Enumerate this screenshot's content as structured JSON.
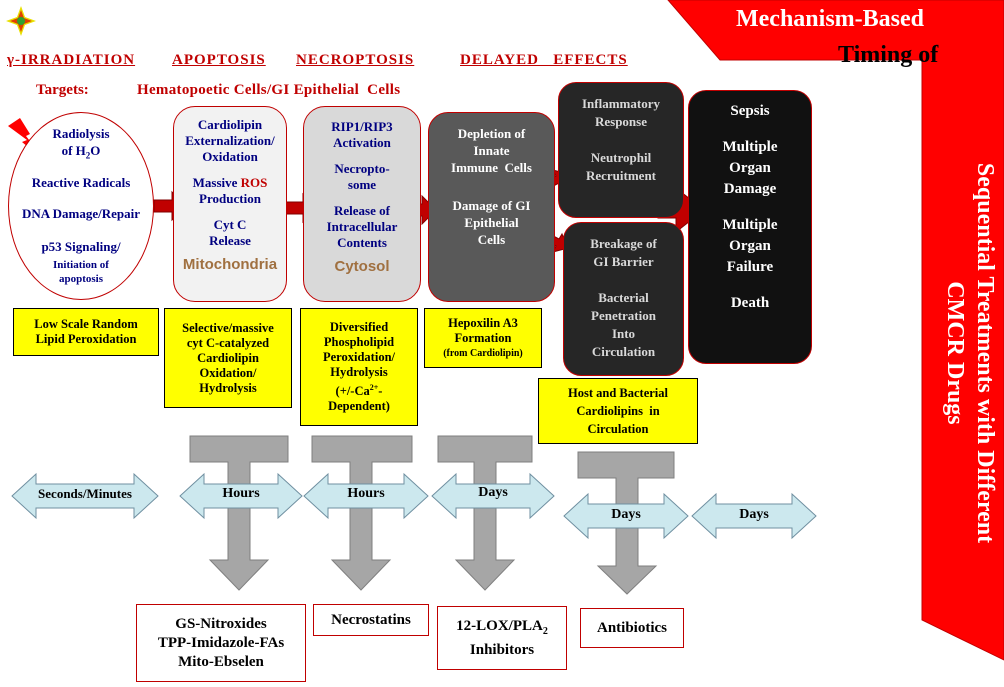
{
  "headers": {
    "irradiation": "γ-IRRADIATION",
    "apoptosis": "APOPTOSIS",
    "necroptosis": "NECROPTOSIS",
    "delayed": "DELAYED   EFFECTS"
  },
  "targets": {
    "label": "Targets:",
    "text": "Hematopoetic Cells/GI Epithelial  Cells"
  },
  "title": {
    "line1": "Mechanism-Based",
    "line2": "Timing of",
    "vertical1": "Sequential Treatments with Different",
    "vertical2": "CMCR Drugs"
  },
  "irradiation_box": {
    "radiolysis": "Radiolysis",
    "of_h2o_pre": "of H",
    "of_h2o_sub": "2",
    "of_h2o_post": "O",
    "reactive": "Reactive Radicals",
    "dna": "DNA Damage/Repair",
    "p53": "p53 Signaling/",
    "init1": "Initiation of",
    "init2": "apoptosis"
  },
  "mito_box": {
    "l1": "Cardiolipin",
    "l2": "Externalization/",
    "l3": "Oxidation",
    "ros_pre": "Massive ",
    "ros": "ROS",
    "l5": "Production",
    "l6": "Cyt C",
    "l7": "Release",
    "label": "Mitochondria"
  },
  "cytosol_box": {
    "l1": "RIP1/RIP3",
    "l2": "Activation",
    "l3": "Necropto-",
    "l4": "some",
    "l5": "Release of",
    "l6": "Intracellular",
    "l7": "Contents",
    "label": "Cytosol"
  },
  "gray_box": {
    "l1": "Depletion of",
    "l2": "Innate",
    "l3": "Immune  Cells",
    "l4": "Damage of GI",
    "l5": "Epithelial",
    "l6": "Cells"
  },
  "inflam_box": {
    "l1": "Inflammatory",
    "l2": "Response",
    "l3": "Neutrophil",
    "l4": "Recruitment"
  },
  "barrier_box": {
    "l1": "Breakage of",
    "l2": "GI Barrier",
    "l3": "Bacterial",
    "l4": "Penetration",
    "l5": "Into",
    "l6": "Circulation"
  },
  "outcome_box": {
    "l1": "Sepsis",
    "l2": "Multiple",
    "l3": "Organ",
    "l4": "Damage",
    "l5": "Multiple",
    "l6": "Organ",
    "l7": "Failure",
    "l8": "Death"
  },
  "yellow_boxes": {
    "y1": [
      "Low Scale Random",
      "Lipid Peroxidation"
    ],
    "y2": [
      "Selective/massive",
      "cyt C-catalyzed",
      "Cardiolipin",
      "Oxidation/",
      "Hydrolysis"
    ],
    "y3": [
      "Diversified",
      "Phospholipid",
      "Peroxidation/",
      "Hydrolysis"
    ],
    "y3_ca_pre": "(+/-Ca",
    "y3_ca_sup": "2+",
    "y3_ca_post": "-",
    "y3_last": "Dependent)",
    "y4": [
      "Hepoxilin A3",
      "Formation"
    ],
    "y4_small": "(from Cardiolipin)",
    "y5": [
      "Host and Bacterial",
      "Cardiolipins  in",
      "Circulation"
    ]
  },
  "timeline": {
    "t1": "Seconds/Minutes",
    "t2": "Hours",
    "t3": "Hours",
    "t4": "Days",
    "t5": "Days",
    "t6": "Days"
  },
  "drugs": {
    "d1": [
      "GS-Nitroxides",
      "TPP-Imidazole-FAs",
      "Mito-Ebselen"
    ],
    "d2": "Necrostatins",
    "d3_pre": "12-LOX/PLA",
    "d3_sub": "2",
    "d3_line2": "Inhibitors",
    "d4": "Antibiotics"
  },
  "colors": {
    "red": "#c00000",
    "navy": "#000080",
    "yellow": "#ffff00",
    "arrow_blue": "#cce8ee",
    "t_gray": "#a6a6a6",
    "dark_gray": "#595959",
    "black_box": "#111111"
  }
}
